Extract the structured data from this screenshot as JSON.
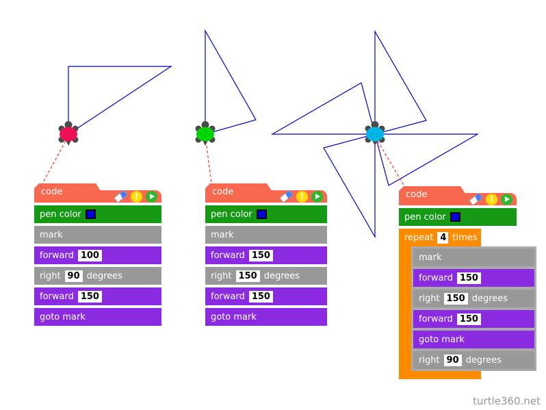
{
  "watermark": "turtle360.net",
  "colors": {
    "header": "#f9694f",
    "green_row": "#169a16",
    "gray_row": "#999999",
    "purple_row": "#8a2be2",
    "orange_row": "#ff8c00",
    "block_backdrop": "#aaaaaa",
    "pen_swatch": "#0000dd",
    "line": "#0000bb",
    "leash": "#ee3333"
  },
  "icons": {
    "warning_glyph": "!"
  },
  "turtles": [
    {
      "name": "red-turtle",
      "color": "#ee1155"
    },
    {
      "name": "green-turtle",
      "color": "#00d500"
    },
    {
      "name": "cyan-turtle",
      "color": "#00b4e6"
    }
  ],
  "panels": [
    {
      "tab": "code",
      "rows": [
        {
          "label": "pen color"
        },
        {
          "label": "mark"
        },
        {
          "pre": "forward",
          "value": "100"
        },
        {
          "pre": "right",
          "value": "90",
          "suffix": "degrees"
        },
        {
          "pre": "forward",
          "value": "150"
        },
        {
          "label": "goto mark"
        }
      ]
    },
    {
      "tab": "code",
      "rows": [
        {
          "label": "pen color"
        },
        {
          "label": "mark"
        },
        {
          "pre": "forward",
          "value": "150"
        },
        {
          "pre": "right",
          "value": "150",
          "suffix": "degrees"
        },
        {
          "pre": "forward",
          "value": "150"
        },
        {
          "label": "goto mark"
        }
      ]
    },
    {
      "tab": "code",
      "rows": [
        {
          "label": "pen color"
        },
        {
          "pre": "repeat",
          "value": "4",
          "suffix": "times"
        }
      ],
      "body": [
        {
          "label": "mark"
        },
        {
          "pre": "forward",
          "value": "150"
        },
        {
          "pre": "right",
          "value": "150",
          "suffix": "degrees"
        },
        {
          "pre": "forward",
          "value": "150"
        },
        {
          "label": "goto mark"
        },
        {
          "pre": "right",
          "value": "90",
          "suffix": "degrees"
        }
      ]
    }
  ]
}
